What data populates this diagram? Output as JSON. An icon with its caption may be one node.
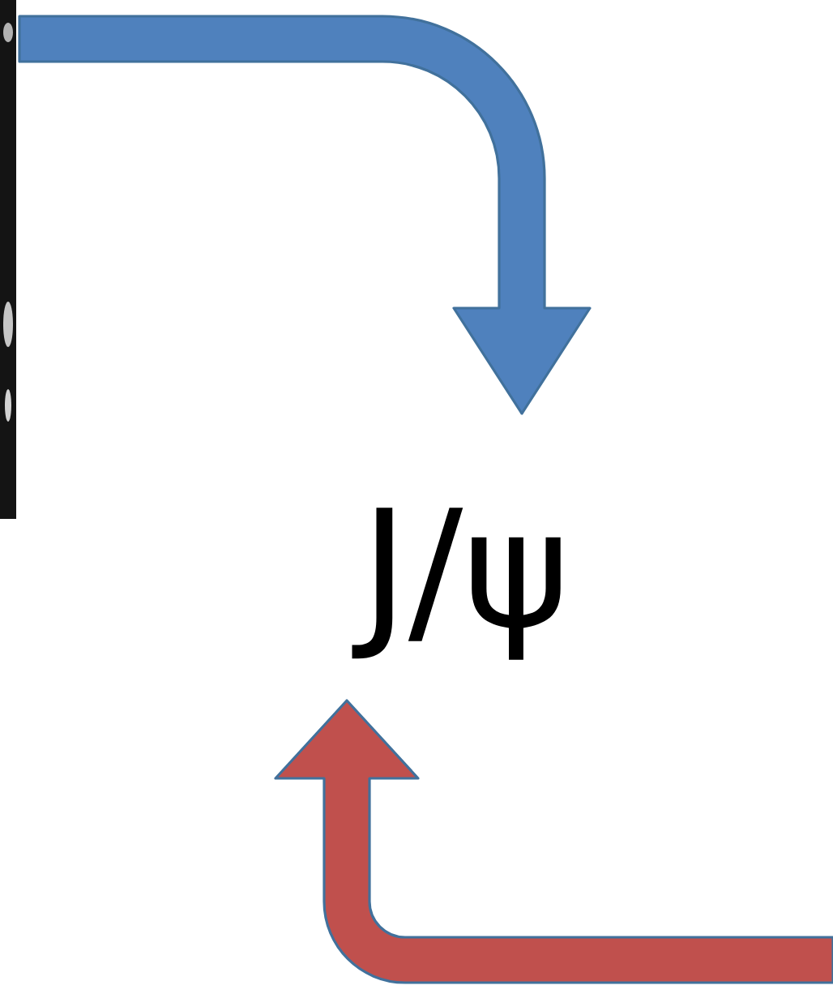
{
  "diagram": {
    "nodes": [
      {
        "text": [],
        "shape": "picture"
      },
      {
        "text": [
          "J/ψ"
        ]
      }
    ],
    "edges": [
      {
        "from": 0,
        "to": 1,
        "arrow": "to",
        "style": "thick",
        "color": "#4f81bd"
      },
      {
        "from": null,
        "to": 1,
        "arrow": "to",
        "style": "thick",
        "color": "#c0504d"
      }
    ]
  }
}
